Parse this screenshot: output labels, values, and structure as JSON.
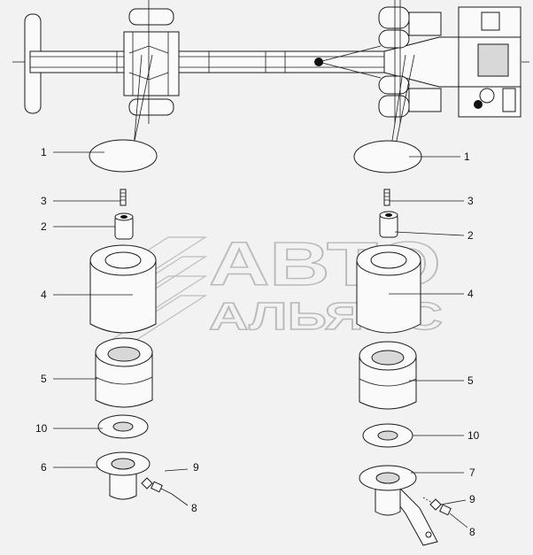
{
  "watermark": {
    "line1": "АВТО",
    "line2": "АЛЬЯНС"
  },
  "callouts_left": [
    "1",
    "3",
    "2",
    "4",
    "5",
    "10",
    "6",
    "9",
    "8"
  ],
  "callouts_right": [
    "1",
    "3",
    "2",
    "4",
    "5",
    "10",
    "7",
    "9",
    "8"
  ]
}
